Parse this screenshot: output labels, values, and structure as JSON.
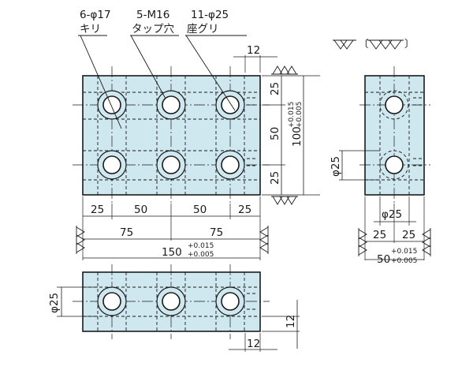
{
  "colors": {
    "body_fill": "#cfe8f0",
    "line": "#1a1a1a",
    "background": "#ffffff"
  },
  "callouts": {
    "dia17": {
      "line1": "6-φ17",
      "line2": "キリ"
    },
    "tap": {
      "line1": "5-M16",
      "line2": "タップ穴"
    },
    "cbore": {
      "line1": "11-φ25",
      "line2": "座グリ"
    }
  },
  "finish_symbol": {
    "text": "▽▽〔▽▽▽〕"
  },
  "dims": {
    "top_12": "12",
    "right_25_top": "25",
    "right_50": "50",
    "right_25_bottom": "25",
    "right_100": "100",
    "right_100_tol_upper": "+0.015",
    "right_100_tol_lower": "+0.005",
    "bottom_25_left": "25",
    "bottom_50_a": "50",
    "bottom_50_b": "50",
    "bottom_25_right": "25",
    "bottom_75_a": "75",
    "bottom_75_b": "75",
    "bottom_150": "150",
    "bottom_150_tol_upper": "+0.015",
    "bottom_150_tol_lower": "+0.005",
    "side_phi25_vertical": "φ25",
    "side_phi25_horizontal": "φ25",
    "side_25_left": "25",
    "side_25_right": "25",
    "side_50": "50",
    "side_50_tol_upper": "+0.015",
    "side_50_tol_lower": "+0.005",
    "front_phi25": "φ25",
    "front_12_vertical": "12",
    "front_12_horizontal": "12"
  }
}
